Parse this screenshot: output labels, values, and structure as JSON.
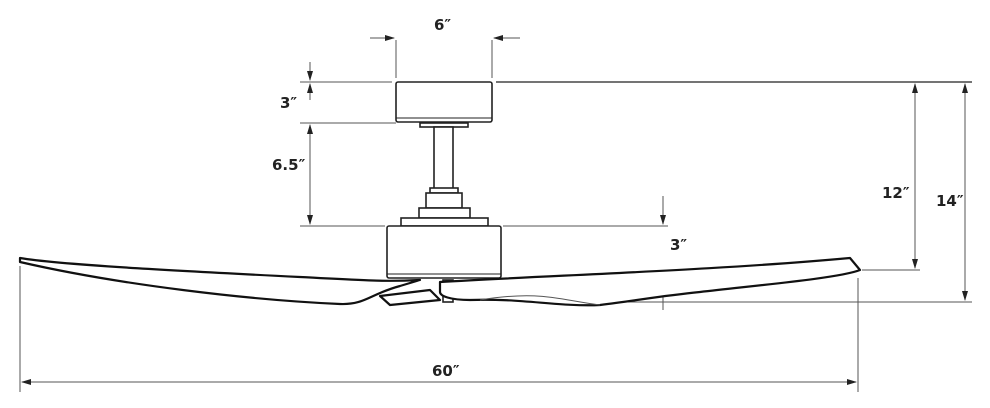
{
  "title": "Ceiling fan dimension drawing",
  "dimensions": {
    "canopy_width": "6″",
    "canopy_height": "3″",
    "downrod_length": "6.5″",
    "motor_height": "3″",
    "ceiling_to_blade": "12″",
    "overall_height": "14″",
    "blade_span": "60″"
  }
}
